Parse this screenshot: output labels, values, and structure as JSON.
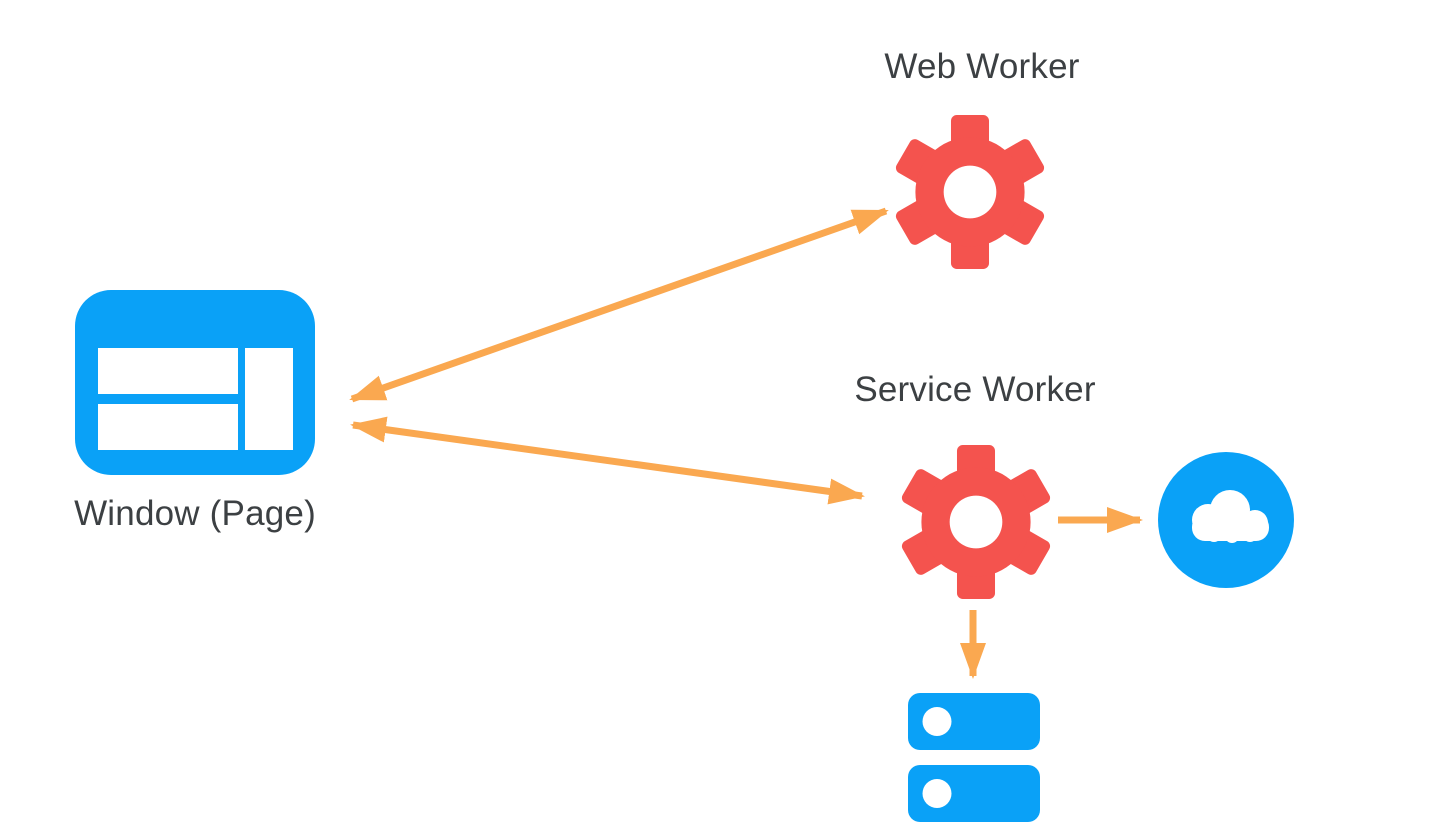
{
  "colors": {
    "blue": "#0AA1F7",
    "red": "#F4534E",
    "orange": "#FAA850",
    "text": "#3C4043",
    "background": "#FFFFFF"
  },
  "diagram": {
    "type": "architecture-diagram",
    "nodes": {
      "window_page": {
        "label": "Window (Page)",
        "icon": "browser-window-icon",
        "color": "blue"
      },
      "web_worker": {
        "label": "Web Worker",
        "icon": "gear-icon",
        "color": "red"
      },
      "service_worker": {
        "label": "Service Worker",
        "icon": "gear-icon",
        "color": "red"
      },
      "network": {
        "icon": "cloud-icon",
        "color": "blue"
      },
      "storage": {
        "icon": "database-stack-icon",
        "color": "blue"
      }
    },
    "edges": [
      {
        "from": "window_page",
        "to": "web_worker",
        "direction": "bidirectional"
      },
      {
        "from": "window_page",
        "to": "service_worker",
        "direction": "bidirectional"
      },
      {
        "from": "service_worker",
        "to": "network",
        "direction": "one-way"
      },
      {
        "from": "service_worker",
        "to": "storage",
        "direction": "one-way"
      }
    ]
  }
}
